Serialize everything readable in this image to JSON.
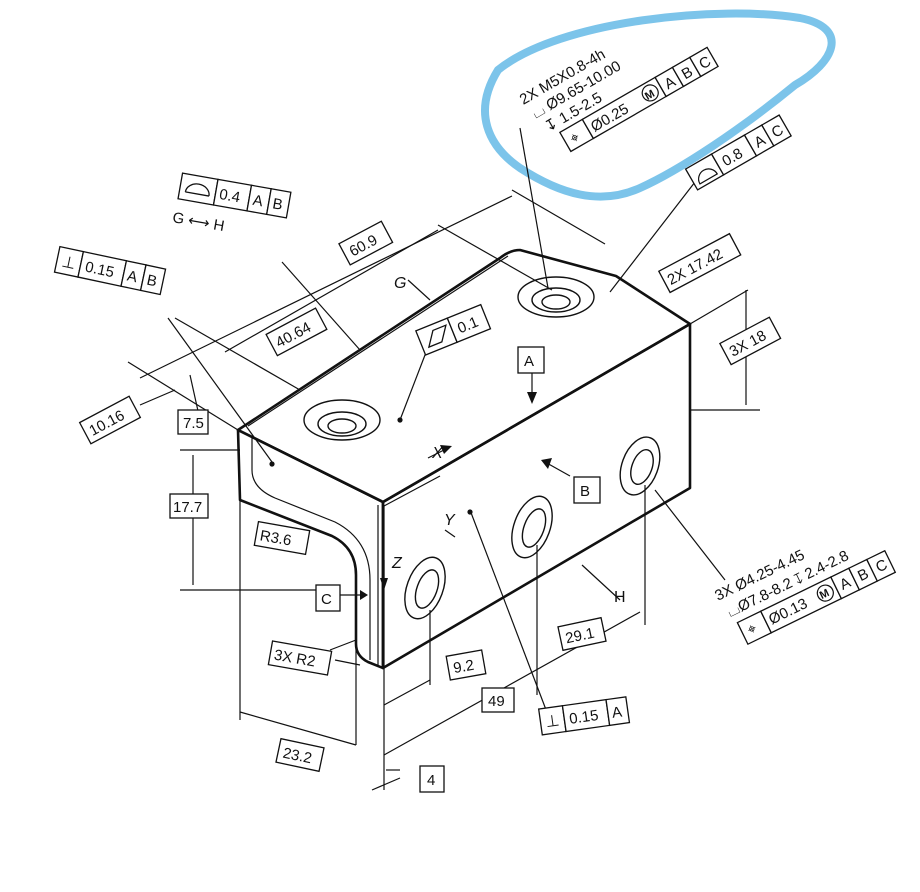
{
  "colors": {
    "ink": "#111111",
    "highlight": "#7cc4ea",
    "paper": "#ffffff"
  },
  "threaded_hole_callout": {
    "line1": "2X M5X0.8-4h",
    "line2": "⌴ Ø9.65-10.00",
    "line3": "↧ 1.5-2.5",
    "fcf": {
      "symbol": "⌖",
      "tolerance": "Ø0.25",
      "modifier": "M",
      "datums": [
        "A",
        "B",
        "C"
      ]
    }
  },
  "surface_profile_top_right": {
    "symbol": "⌓",
    "tolerance": "0.8",
    "datums": [
      "A",
      "C"
    ]
  },
  "line_profile_left": {
    "symbol": "⌓",
    "tolerance": "0.4",
    "datums": [
      "A",
      "B"
    ],
    "between": "G ⟷ H"
  },
  "perpendicularity_left": {
    "symbol": "⊥",
    "tolerance": "0.15",
    "datums": [
      "A",
      "B"
    ]
  },
  "flatness": {
    "symbol": "▱",
    "tolerance": "0.1"
  },
  "perpendicularity_bottom": {
    "symbol": "⊥",
    "tolerance": "0.15",
    "datums": [
      "A"
    ]
  },
  "side_hole_callout": {
    "line1": "3X Ø4.25-4.45",
    "line2": "⌴Ø7.8-8.2 ↧ 2.4-2.8",
    "fcf": {
      "symbol": "⌖",
      "tolerance": "Ø0.13",
      "modifier": "M",
      "datums": [
        "A",
        "B",
        "C"
      ]
    }
  },
  "dimensions": {
    "d60_9": "60.9",
    "d40_64": "40.64",
    "d10_16": "10.16",
    "d7_5": "7.5",
    "d17_7": "17.7",
    "r3_6": "R3.6",
    "r2": "3X R2",
    "d23_2": "23.2",
    "d9_2": "9.2",
    "d29_1": "29.1",
    "d49": "49",
    "d17_42": "2X 17.42",
    "d18": "3X 18",
    "d4": "4"
  },
  "datum_labels": {
    "a": "A",
    "b": "B",
    "c": "C"
  },
  "axis_labels": {
    "x": "X",
    "y": "Y",
    "z": "Z",
    "g": "G",
    "h": "H"
  }
}
